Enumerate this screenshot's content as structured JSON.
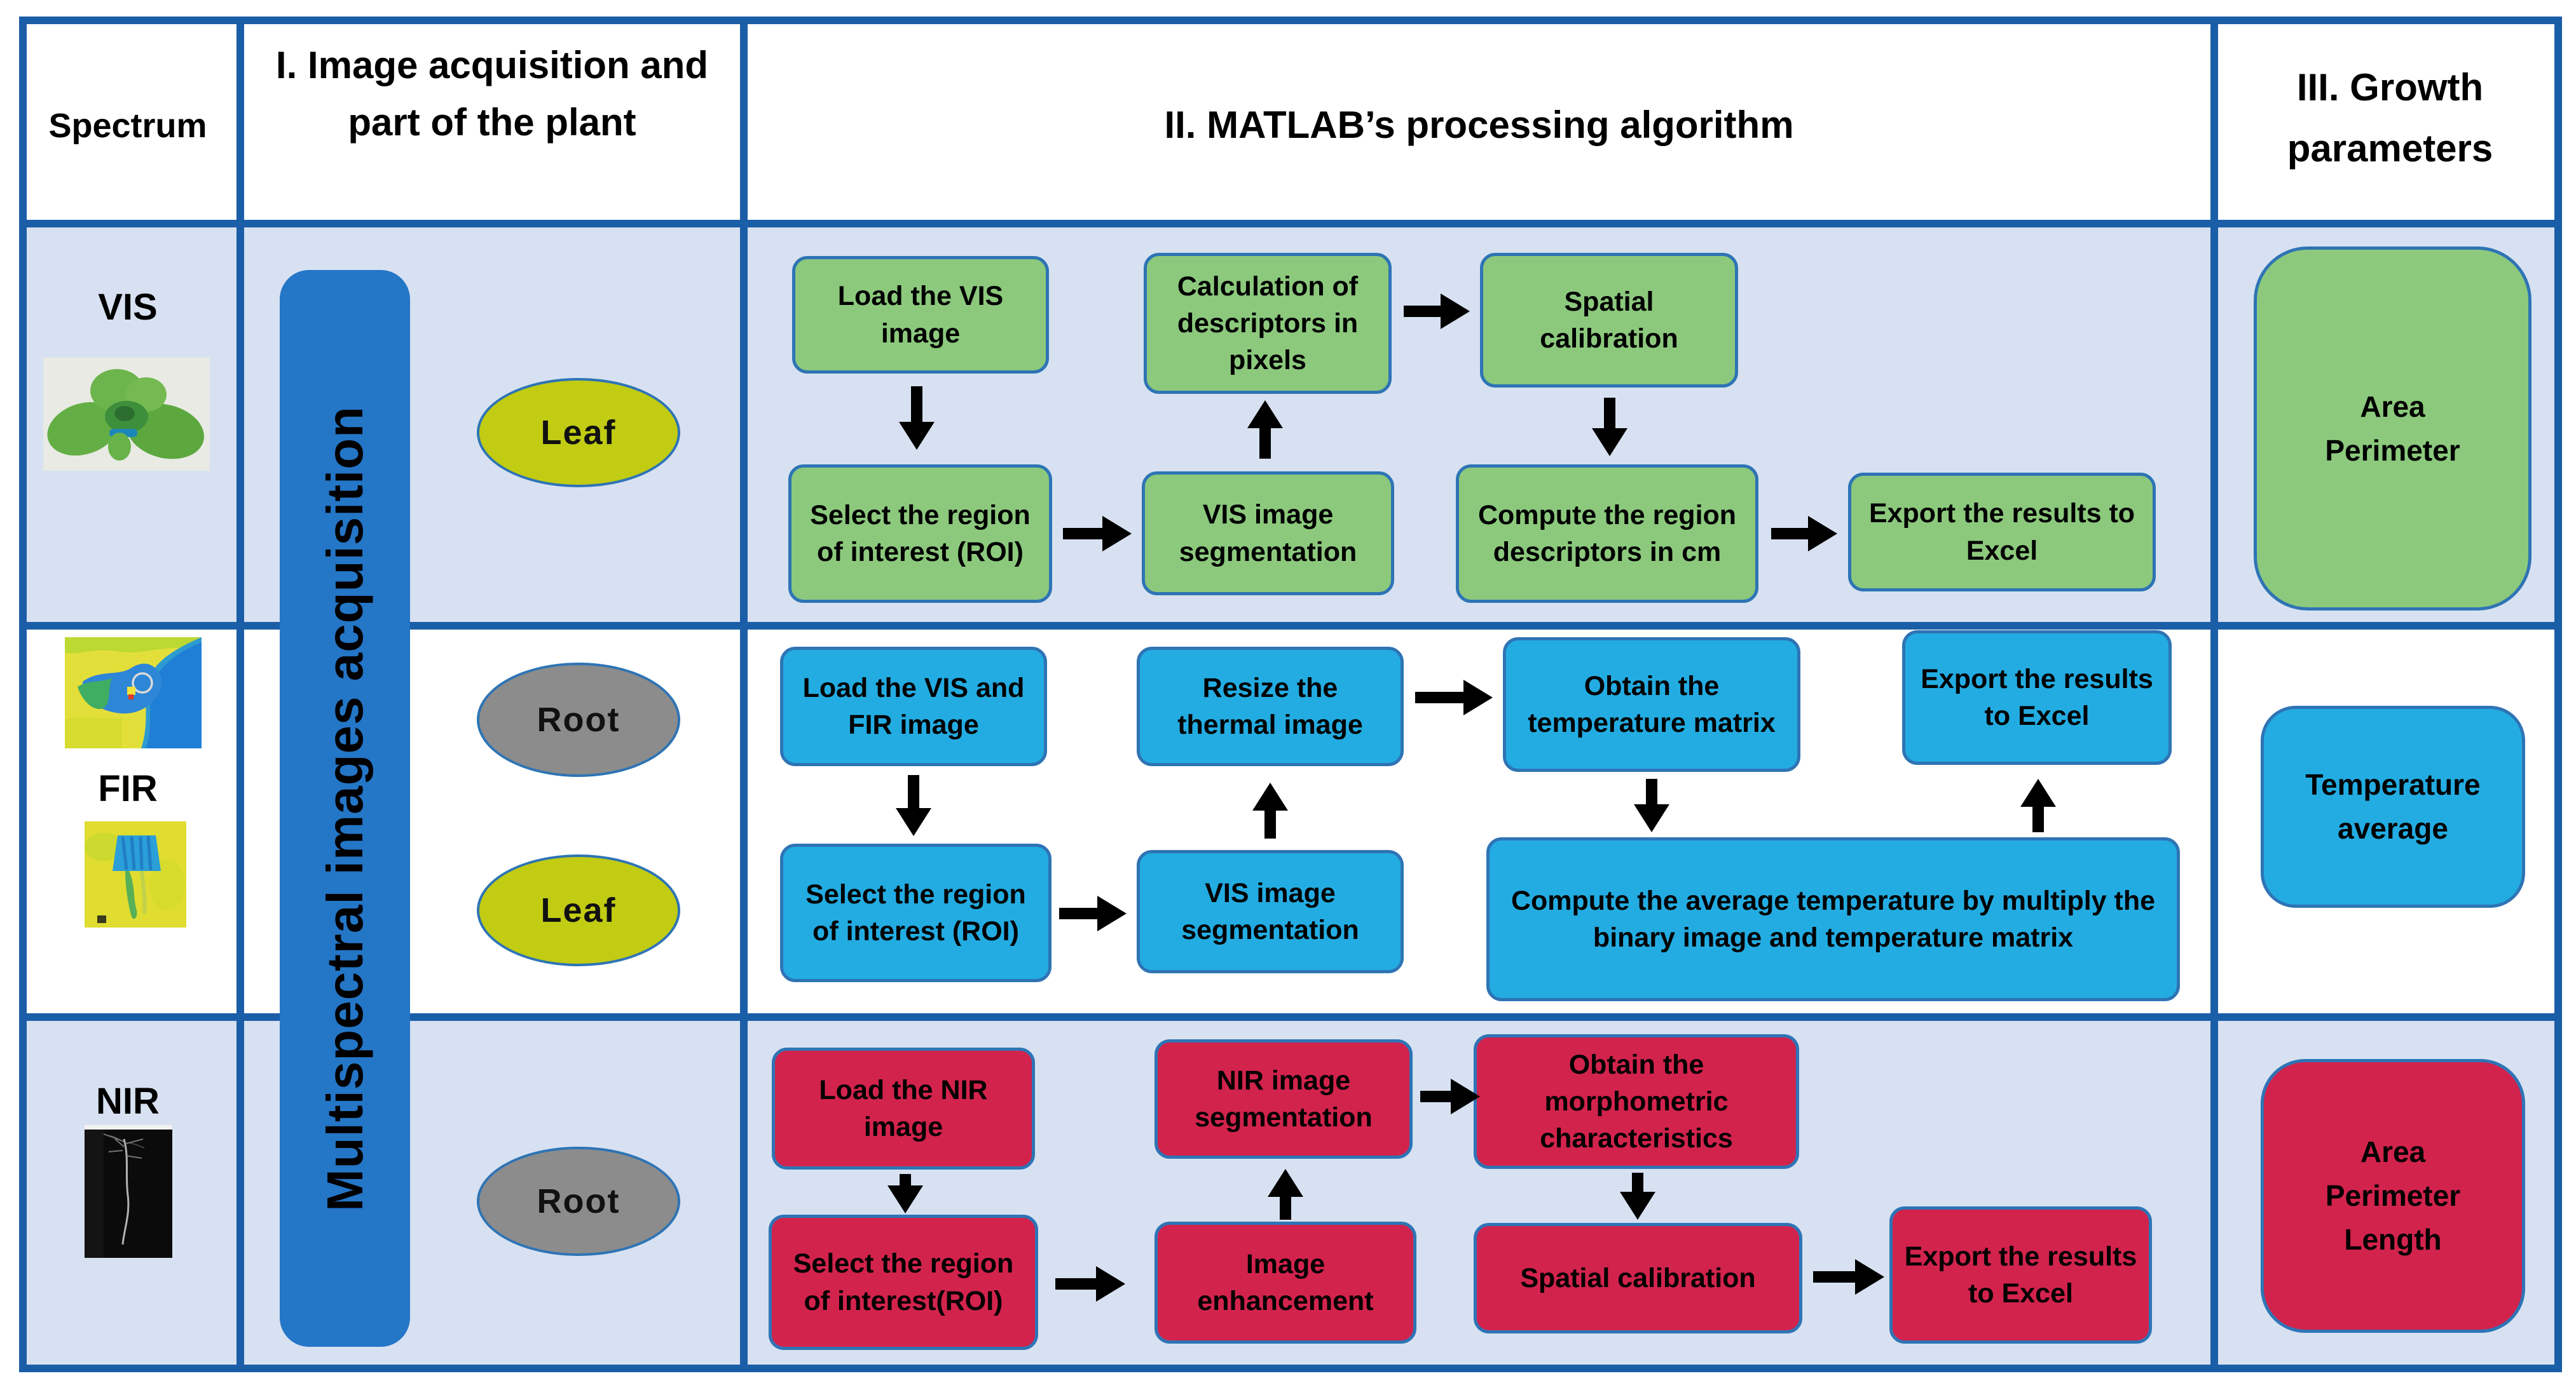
{
  "title": "Multispectral plant image processing workflow",
  "colors": {
    "grid": "#1B5EA8",
    "row_background_light": "#D7E1F1",
    "box_border": "#2E74B5",
    "vis_green": "#8CC97D",
    "fir_blue": "#23ACE2",
    "nir_red": "#D2234D",
    "acquisition_bar_blue": "#2476C7",
    "leaf_ellipse": "#C1CC12",
    "root_ellipse": "#8C8C8C",
    "arrow": "#000000"
  },
  "header": {
    "spectrum": "Spectrum",
    "acquisition": "I. Image acquisition and part of the plant",
    "processing": "II. MATLAB’s processing algorithm",
    "growth": "III. Growth parameters"
  },
  "acquisition_bar_label": "Multispectral images acquisition",
  "photos": {
    "vis": "vis-plant-photo",
    "fir_leaf": "fir-thermal-leaf-photo",
    "fir_root": "fir-thermal-root-photo",
    "nir": "nir-root-photo"
  },
  "rows": {
    "vis": {
      "label": "VIS",
      "parts": {
        "leaf": "Leaf"
      },
      "steps": {
        "load": "Load the VIS image",
        "roi": "Select the region of interest (ROI)",
        "segmentation": "VIS image segmentation",
        "descriptors": "Calculation of descriptors in pixels",
        "spatial": "Spatial calibration",
        "compute": "Compute the region descriptors in cm",
        "export": "Export the results to Excel"
      },
      "growth": "Area\nPerimeter"
    },
    "fir": {
      "label": "FIR",
      "parts": {
        "root": "Root",
        "leaf": "Leaf"
      },
      "steps": {
        "load": "Load the VIS and FIR image",
        "roi": "Select the region of interest (ROI)",
        "segmentation": "VIS image segmentation",
        "resize": "Resize the thermal image",
        "matrix": "Obtain the temperature matrix",
        "compute": "Compute the average temperature by multiply the binary image and temperature matrix",
        "export": "Export the results to Excel"
      },
      "growth": "Temperature\naverage"
    },
    "nir": {
      "label": "NIR",
      "parts": {
        "root": "Root"
      },
      "steps": {
        "load": "Load the NIR image",
        "roi": "Select the region of interest(ROI)",
        "enhancement": "Image enhancement",
        "segmentation": "NIR image segmentation",
        "morphometric": "Obtain the morphometric characteristics",
        "spatial": "Spatial calibration",
        "export": "Export the results to Excel"
      },
      "growth": "Area\nPerimeter\nLength"
    }
  }
}
